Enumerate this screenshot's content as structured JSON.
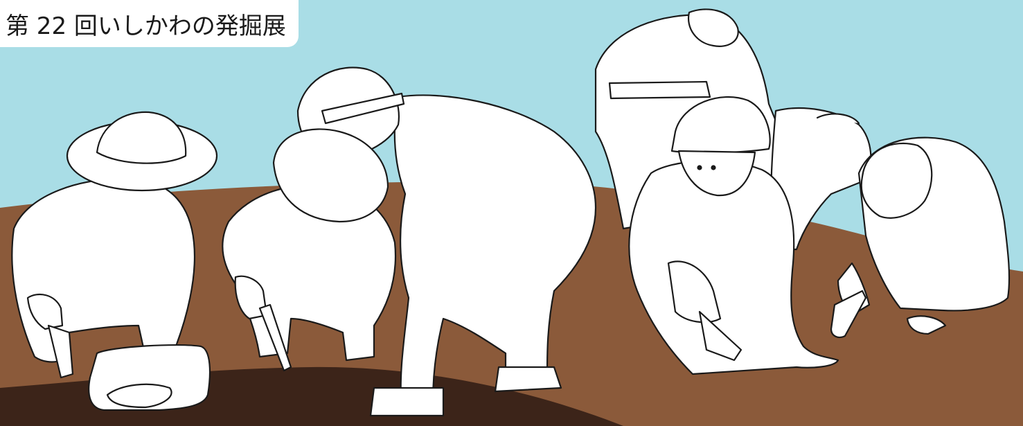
{
  "title": "第 22 回いしかわの発掘展",
  "colors": {
    "sky": "#a9dde6",
    "soil": "#8b5a3a",
    "dark_soil": "#3c2419",
    "figure_fill": "#ffffff",
    "outline": "#1a1a1a"
  },
  "illustration": {
    "subject": "excavation-workers",
    "figures": [
      "digger-with-brim-hat",
      "digger-with-helmet-crouching",
      "digger-bending-over",
      "digger-standing-back",
      "digger-with-helmet-kneeling",
      "digger-kneeling-right",
      "digger-crouching-back"
    ]
  }
}
